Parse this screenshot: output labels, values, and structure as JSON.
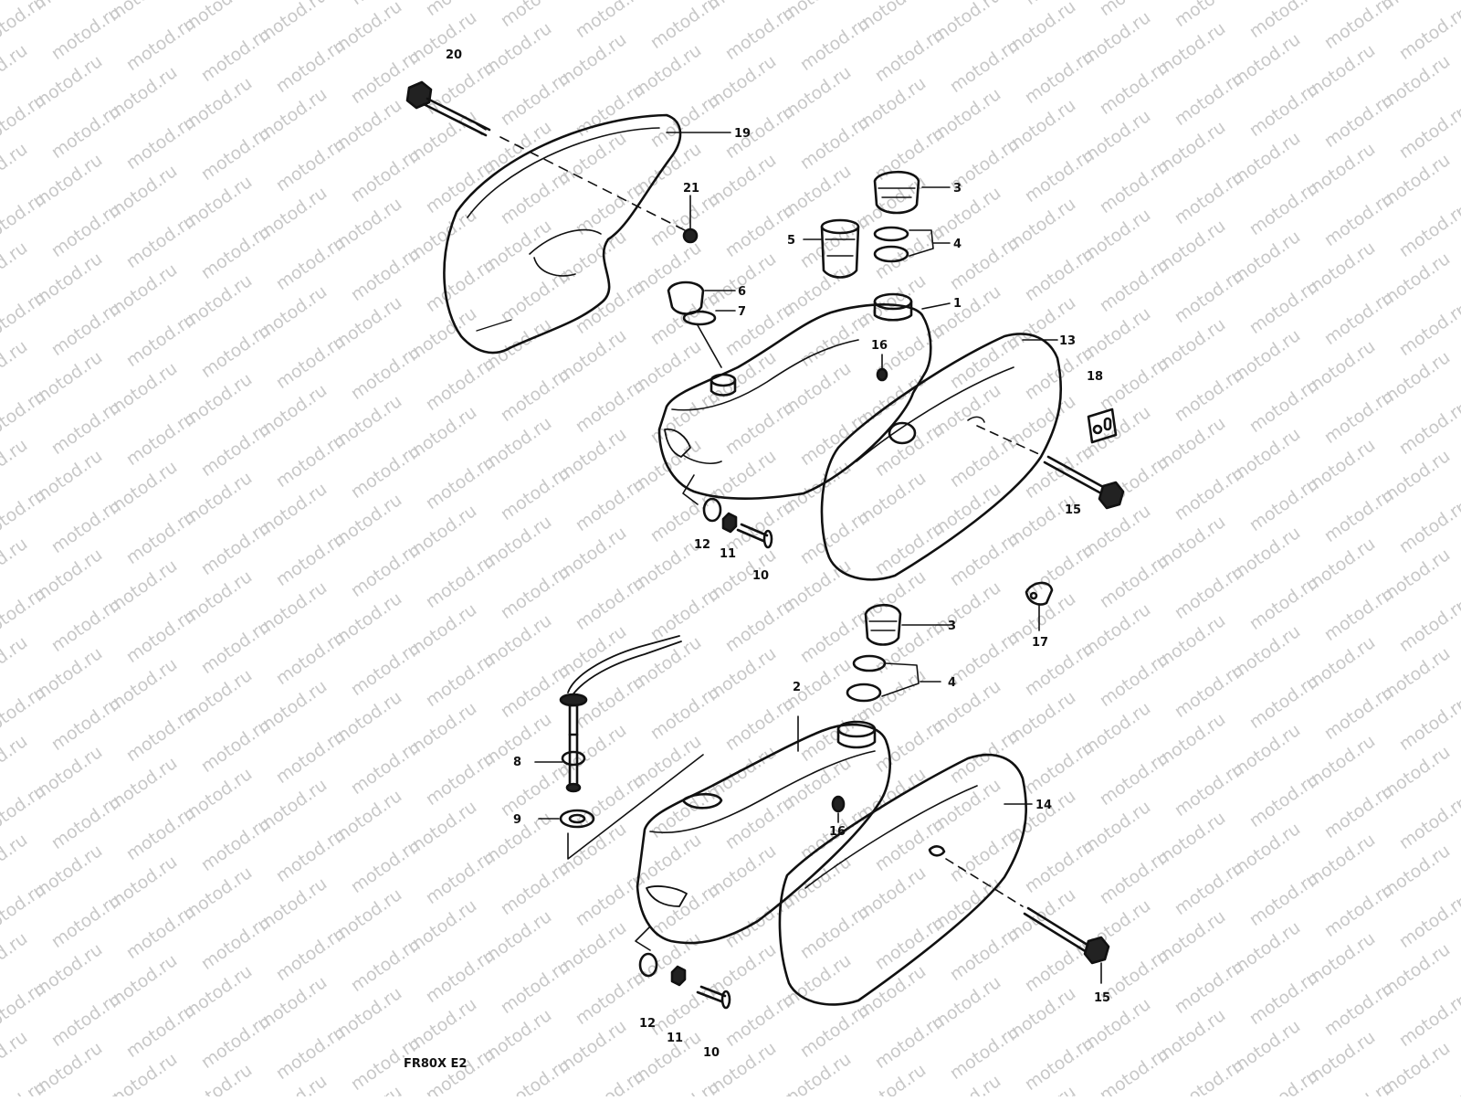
{
  "watermark": {
    "text": "motod.ru"
  },
  "diagram": {
    "model_label": "FR80X E2",
    "callouts": [
      "20",
      "19",
      "21",
      "3",
      "5",
      "4",
      "6",
      "7",
      "1",
      "16",
      "13",
      "18",
      "15",
      "12",
      "11",
      "10",
      "3",
      "17",
      "4",
      "2",
      "8",
      "9",
      "16",
      "14",
      "15",
      "12",
      "11",
      "10"
    ]
  },
  "colors": {
    "ink": "#111111",
    "watermark": "#c8c8c8",
    "background": "#ffffff"
  }
}
